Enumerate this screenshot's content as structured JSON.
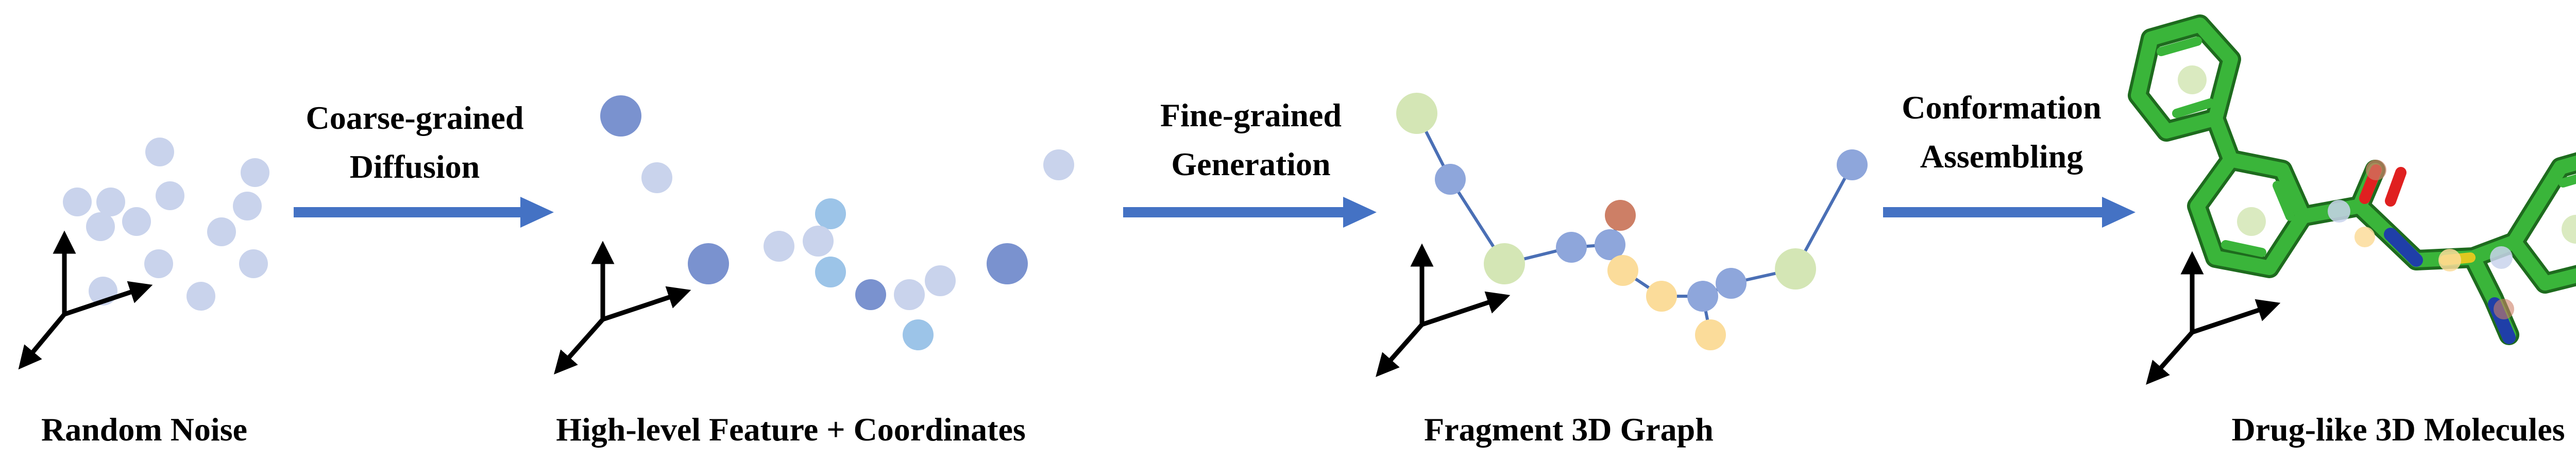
{
  "stages": [
    {
      "title": "Random Noise"
    },
    {
      "title": "High-level Feature + Coordinates"
    },
    {
      "title": "Fragment 3D Graph"
    },
    {
      "title": "Drug-like 3D Molecules"
    }
  ],
  "transitions": [
    {
      "line1": "Coarse-grained",
      "line2": "Diffusion"
    },
    {
      "line1": "Fine-grained",
      "line2": "Generation"
    },
    {
      "line1": "Conformation",
      "line2": "Assembling"
    }
  ],
  "colors": {
    "arrow": "#4472c4",
    "noise_dot": "#c9d3ec",
    "feature_dark": "#7a92cf",
    "feature_light": "#c9d3ec",
    "feature_cyan": "#9cc4e8",
    "graph_edge": "#4a6fb5",
    "graph_blue": "#8ea6db",
    "graph_green": "#d4e6b5",
    "graph_yellow": "#fbdc9a",
    "graph_red": "#cd7f66",
    "mol_green": "#3ab53a",
    "mol_red": "#e02020",
    "mol_blue": "#1f3fa8"
  }
}
